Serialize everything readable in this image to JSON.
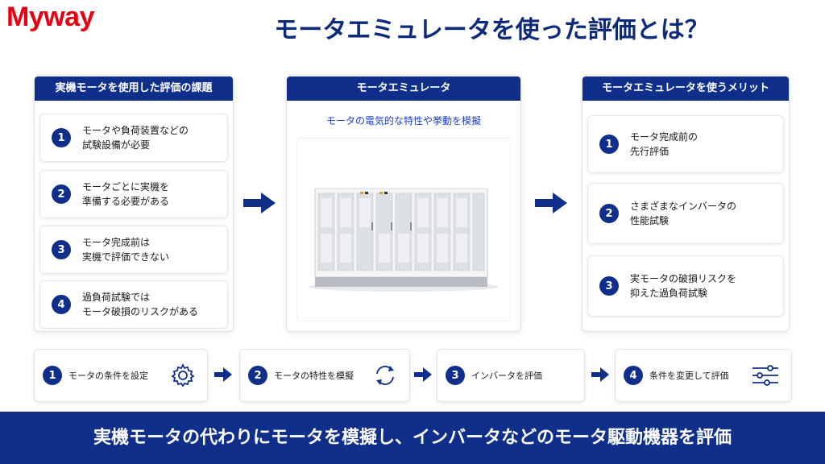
{
  "logo": "Myway",
  "title": "モータエミュレータを使った評価とは？",
  "left_panel": {
    "header": "実機モータを使用した評価の課題",
    "items": [
      {
        "num": "1",
        "text": "モータや負荷装置などの\n試験設備が必要"
      },
      {
        "num": "2",
        "text": "モータごとに実機を\n準備する必要がある"
      },
      {
        "num": "3",
        "text": "モータ完成前は\n実機で評価できない"
      },
      {
        "num": "4",
        "text": "過負荷試験では\nモータ破損のリスクがある"
      }
    ]
  },
  "center_panel": {
    "header": "モータエミュレータ",
    "subtitle": "モータの電気的な特性や挙動を模擬"
  },
  "right_panel": {
    "header": "モータエミュレータを使うメリット",
    "items": [
      {
        "num": "1",
        "text": "モータ完成前の\n先行評価"
      },
      {
        "num": "2",
        "text": "さまざまなインバータの\n性能試験"
      },
      {
        "num": "3",
        "text": "実モータの破損リスクを\n抑えた過負荷試験"
      }
    ]
  },
  "steps": [
    {
      "num": "1",
      "text": "モータの条件を設定",
      "icon": "gear-icon"
    },
    {
      "num": "2",
      "text": "モータの特性を模擬",
      "icon": "cycle-icon"
    },
    {
      "num": "3",
      "text": "インバータを評価",
      "icon": ""
    },
    {
      "num": "4",
      "text": "条件を変更して評価",
      "icon": "sliders-icon"
    }
  ],
  "footer": "実機モータの代わりにモータを模擬し、インバータなどのモータ駆動機器を評価",
  "colors": {
    "navy": "#0f2f8a",
    "brand_red": "#e60012",
    "accent_blue": "#1f3fcf"
  }
}
